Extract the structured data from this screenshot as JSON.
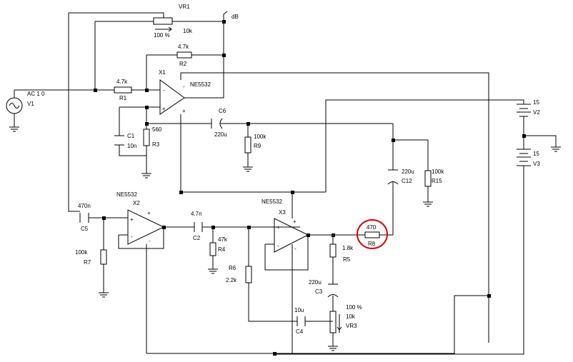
{
  "highlight_color": "#d40000",
  "vr1": {
    "name": "VR1",
    "wiper": "100 %",
    "value": "10k"
  },
  "output": {
    "label": "dB"
  },
  "r2": {
    "value": "4.7k",
    "name": "R2"
  },
  "r1": {
    "value": "4.7k",
    "name": "R1"
  },
  "x1": {
    "name": "X1",
    "model": "NE5532"
  },
  "v1": {
    "value": "AC 1 0",
    "name": "V1"
  },
  "r3": {
    "value": "560",
    "name": "R3"
  },
  "c1": {
    "name": "C1",
    "value": "10n"
  },
  "c6": {
    "name": "C6",
    "value": "220u"
  },
  "r9": {
    "value": "100k",
    "name": "R9"
  },
  "v2": {
    "value": "15",
    "name": "V2"
  },
  "v3": {
    "value": "15",
    "name": "V3"
  },
  "c12": {
    "value": "220u",
    "name": "C12"
  },
  "r15": {
    "value": "100k",
    "name": "R15"
  },
  "x2": {
    "model": "NE5532",
    "name": "X2"
  },
  "x3": {
    "model": "NE5532",
    "name": "X3"
  },
  "c5": {
    "value": "470n",
    "name": "C5"
  },
  "r7": {
    "value": "100k",
    "name": "R7"
  },
  "c2": {
    "value": "4.7n",
    "name": "C2"
  },
  "r4": {
    "value": "47k",
    "name": "R4"
  },
  "r6": {
    "name": "R6",
    "value": "2.2k"
  },
  "r8": {
    "value": "470",
    "name": "R8"
  },
  "r5": {
    "value": "1.8k",
    "name": "R5"
  },
  "c3": {
    "value": "220u",
    "name": "C3"
  },
  "c4": {
    "value": "10u",
    "name": "C4"
  },
  "vr3": {
    "wiper": "100 %",
    "value": "10k",
    "name": "VR3"
  },
  "opamp_pins": {
    "minus": "-",
    "plus": "+"
  }
}
